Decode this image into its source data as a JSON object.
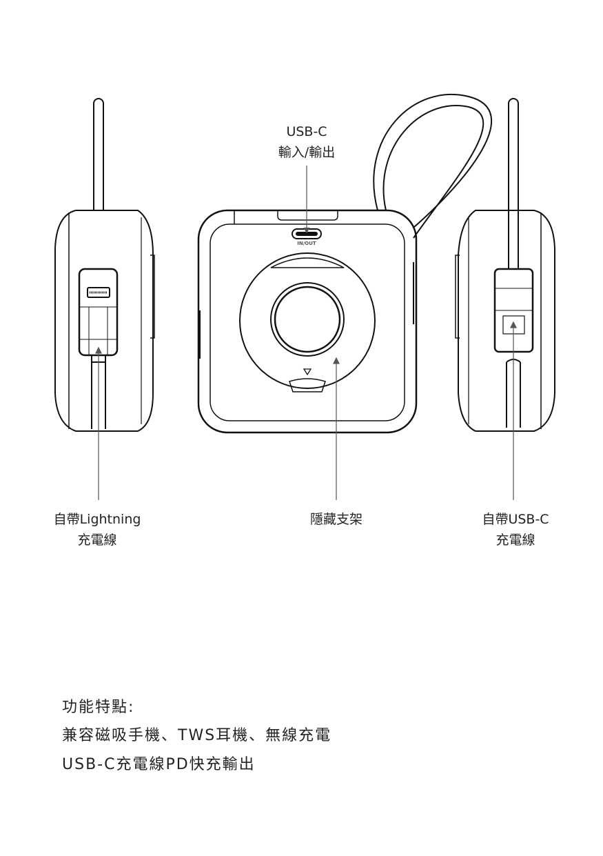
{
  "labels": {
    "usbc_port": {
      "line1": "USB-C",
      "line2": "輸入/輸出"
    },
    "port_marking": "IN/OUT",
    "lightning_cable": {
      "line1": "自帶Lightning",
      "line2": "充電線"
    },
    "hidden_stand": {
      "line1": "隱藏支架"
    },
    "usbc_cable": {
      "line1": "自帶USB-C",
      "line2": "充電線"
    }
  },
  "features": {
    "title": "功能特點:",
    "lines": [
      "兼容磁吸手機、TWS耳機、無線充電",
      "USB-C充電線PD快充輸出"
    ]
  }
}
